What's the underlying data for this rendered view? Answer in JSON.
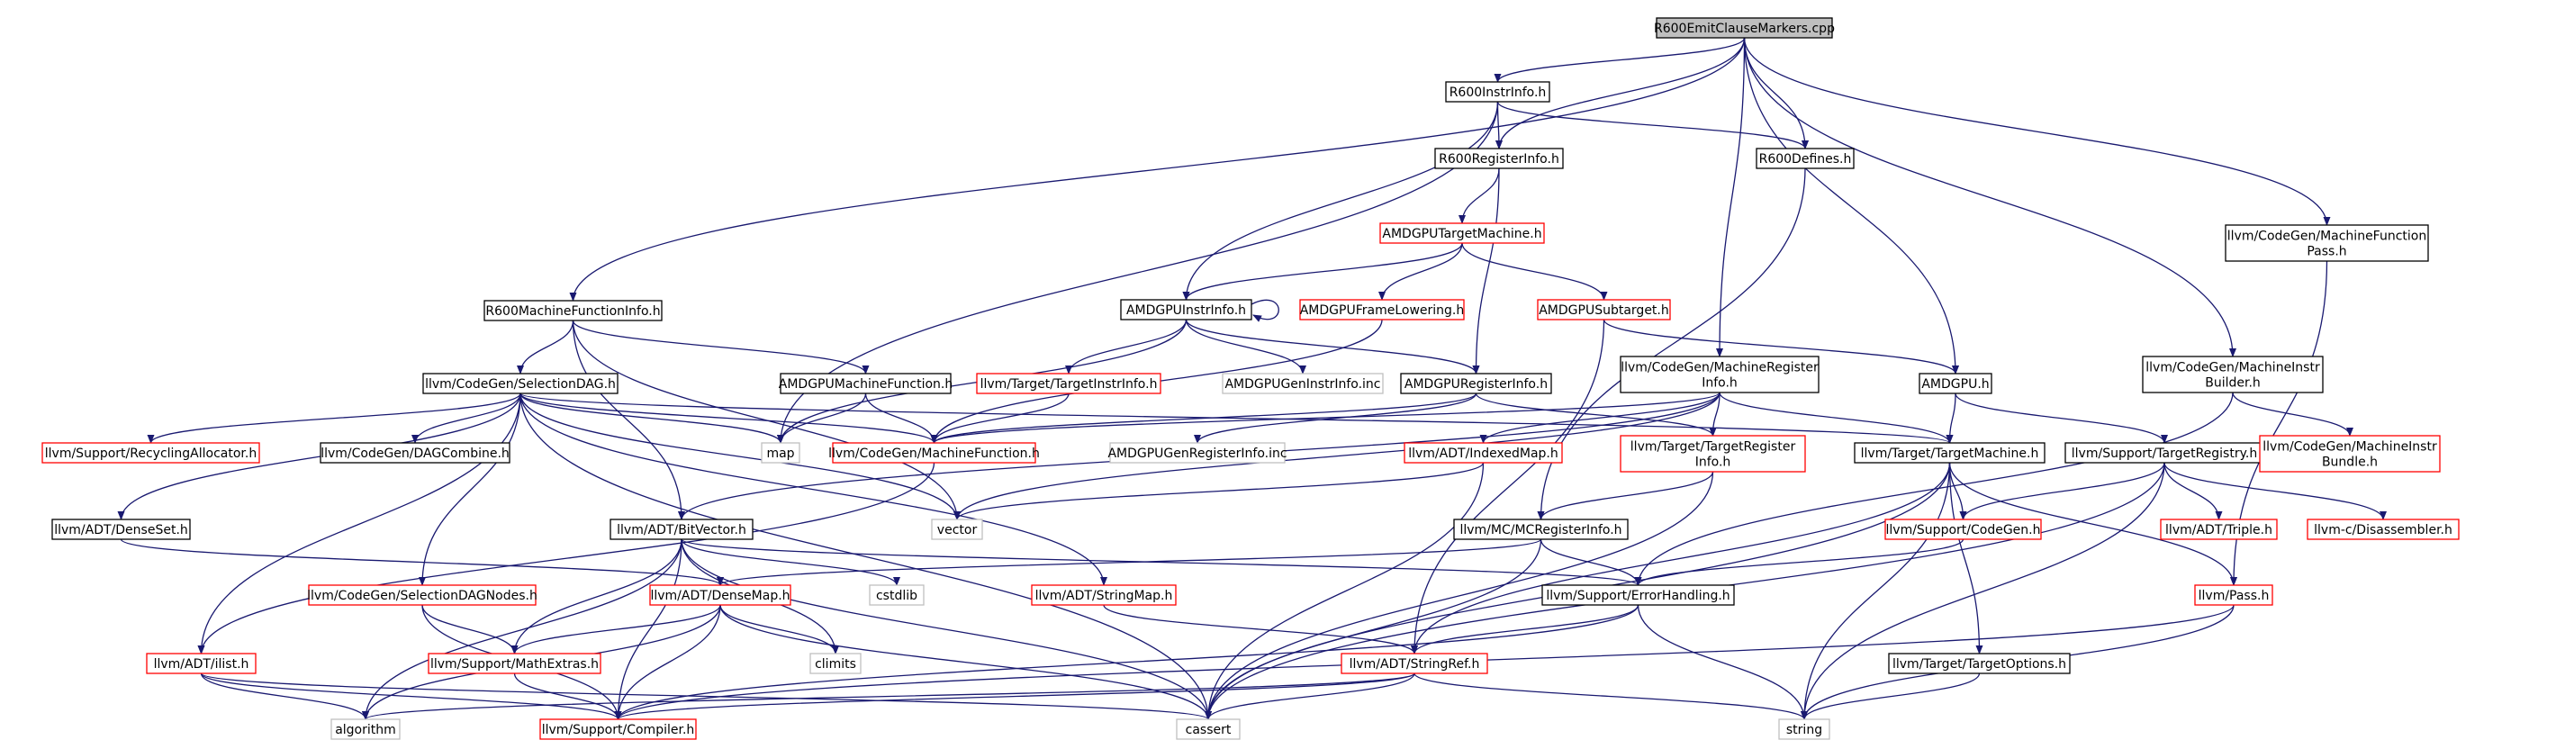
{
  "diagram": {
    "title": "R600EmitClauseMarkers.cpp",
    "colors": {
      "edge": "#191970",
      "box_default": "#000000",
      "box_red": "#ff0000",
      "box_grey": "#bfbfbf",
      "root_fill": "#bfbfbf",
      "node_fill": "#ffffff"
    },
    "nodes": [
      {
        "id": "root",
        "label": "R600EmitClauseMarkers.cpp",
        "style": "root"
      },
      {
        "id": "r600instrinfo",
        "label": "R600InstrInfo.h",
        "style": "black"
      },
      {
        "id": "r600reginfo",
        "label": "R600RegisterInfo.h",
        "style": "black"
      },
      {
        "id": "r600defines",
        "label": "R600Defines.h",
        "style": "black"
      },
      {
        "id": "amdgpu_tm",
        "label": "AMDGPUTargetMachine.h",
        "style": "red"
      },
      {
        "id": "machfuncpass",
        "label": [
          "llvm/CodeGen/MachineFunction",
          "Pass.h"
        ],
        "style": "black"
      },
      {
        "id": "r600mfi",
        "label": "R600MachineFunctionInfo.h",
        "style": "black"
      },
      {
        "id": "amdgpuinstrinfo",
        "label": "AMDGPUInstrInfo.h",
        "style": "black"
      },
      {
        "id": "amdgpufl",
        "label": "AMDGPUFrameLowering.h",
        "style": "red"
      },
      {
        "id": "amdgpusub",
        "label": "AMDGPUSubtarget.h",
        "style": "red"
      },
      {
        "id": "selectiondag",
        "label": "llvm/CodeGen/SelectionDAG.h",
        "style": "black"
      },
      {
        "id": "amdgpumf",
        "label": "AMDGPUMachineFunction.h",
        "style": "black"
      },
      {
        "id": "targetinstrinfo",
        "label": "llvm/Target/TargetInstrInfo.h",
        "style": "red"
      },
      {
        "id": "geninstrinfo",
        "label": "AMDGPUGenInstrInfo.inc",
        "style": "grey"
      },
      {
        "id": "amdgpureginfo",
        "label": "AMDGPURegisterInfo.h",
        "style": "black"
      },
      {
        "id": "machreginfo",
        "label": [
          "llvm/CodeGen/MachineRegister",
          "Info.h"
        ],
        "style": "black"
      },
      {
        "id": "amdgpuh",
        "label": "AMDGPU.h",
        "style": "black"
      },
      {
        "id": "machinstrbuilder",
        "label": [
          "llvm/CodeGen/MachineInstr",
          "Builder.h"
        ],
        "style": "black"
      },
      {
        "id": "recyclingalloc",
        "label": "llvm/Support/RecyclingAllocator.h",
        "style": "red"
      },
      {
        "id": "dagcombine",
        "label": "llvm/CodeGen/DAGCombine.h",
        "style": "black"
      },
      {
        "id": "map",
        "label": "map",
        "style": "grey"
      },
      {
        "id": "machinefunction",
        "label": "llvm/CodeGen/MachineFunction.h",
        "style": "red"
      },
      {
        "id": "genreginfo",
        "label": "AMDGPUGenRegisterInfo.inc",
        "style": "grey"
      },
      {
        "id": "indexedmap",
        "label": "llvm/ADT/IndexedMap.h",
        "style": "red"
      },
      {
        "id": "targetreginfo",
        "label": [
          "llvm/Target/TargetRegister",
          "Info.h"
        ],
        "style": "red"
      },
      {
        "id": "targetmachine",
        "label": "llvm/Target/TargetMachine.h",
        "style": "black"
      },
      {
        "id": "targetregistry",
        "label": "llvm/Support/TargetRegistry.h",
        "style": "black"
      },
      {
        "id": "machinstrbundle",
        "label": [
          "llvm/CodeGen/MachineInstr",
          "Bundle.h"
        ],
        "style": "red"
      },
      {
        "id": "denseset",
        "label": "llvm/ADT/DenseSet.h",
        "style": "black"
      },
      {
        "id": "bitvector",
        "label": "llvm/ADT/BitVector.h",
        "style": "black"
      },
      {
        "id": "vector",
        "label": "vector",
        "style": "grey"
      },
      {
        "id": "mcreginfo",
        "label": "llvm/MC/MCRegisterInfo.h",
        "style": "black"
      },
      {
        "id": "supportcodegen",
        "label": "llvm/Support/CodeGen.h",
        "style": "red"
      },
      {
        "id": "triple",
        "label": "llvm/ADT/Triple.h",
        "style": "red"
      },
      {
        "id": "disassembler",
        "label": "llvm-c/Disassembler.h",
        "style": "red"
      },
      {
        "id": "sdnodes",
        "label": "llvm/CodeGen/SelectionDAGNodes.h",
        "style": "red"
      },
      {
        "id": "cstdlib",
        "label": "cstdlib",
        "style": "grey"
      },
      {
        "id": "densemap",
        "label": "llvm/ADT/DenseMap.h",
        "style": "red"
      },
      {
        "id": "stringmap",
        "label": "llvm/ADT/StringMap.h",
        "style": "red"
      },
      {
        "id": "errorhandling",
        "label": "llvm/Support/ErrorHandling.h",
        "style": "black"
      },
      {
        "id": "pass",
        "label": "llvm/Pass.h",
        "style": "red"
      },
      {
        "id": "ilist",
        "label": "llvm/ADT/ilist.h",
        "style": "red"
      },
      {
        "id": "mathextras",
        "label": "llvm/Support/MathExtras.h",
        "style": "red"
      },
      {
        "id": "climits",
        "label": "climits",
        "style": "grey"
      },
      {
        "id": "stringref",
        "label": "llvm/ADT/StringRef.h",
        "style": "red"
      },
      {
        "id": "targetoptions",
        "label": "llvm/Target/TargetOptions.h",
        "style": "black"
      },
      {
        "id": "algorithm",
        "label": "algorithm",
        "style": "grey"
      },
      {
        "id": "compiler",
        "label": "llvm/Support/Compiler.h",
        "style": "red"
      },
      {
        "id": "cassert",
        "label": "cassert",
        "style": "grey"
      },
      {
        "id": "string",
        "label": "string",
        "style": "grey"
      }
    ],
    "edges": [
      [
        "root",
        "r600instrinfo"
      ],
      [
        "root",
        "r600reginfo"
      ],
      [
        "root",
        "r600defines"
      ],
      [
        "root",
        "r600mfi"
      ],
      [
        "root",
        "machreginfo"
      ],
      [
        "root",
        "amdgpuh"
      ],
      [
        "root",
        "machinstrbuilder"
      ],
      [
        "root",
        "machfuncpass"
      ],
      [
        "r600instrinfo",
        "r600reginfo"
      ],
      [
        "r600instrinfo",
        "r600defines"
      ],
      [
        "r600instrinfo",
        "amdgpuinstrinfo"
      ],
      [
        "r600instrinfo",
        "map"
      ],
      [
        "r600reginfo",
        "amdgpu_tm"
      ],
      [
        "r600reginfo",
        "amdgpureginfo"
      ],
      [
        "amdgpu_tm",
        "amdgpuinstrinfo"
      ],
      [
        "amdgpu_tm",
        "amdgpufl"
      ],
      [
        "amdgpu_tm",
        "amdgpusub"
      ],
      [
        "amdgpufl",
        "machinefunction"
      ],
      [
        "amdgpusub",
        "amdgpuh"
      ],
      [
        "amdgpusub",
        "stringref"
      ],
      [
        "r600defines",
        "mcreginfo"
      ],
      [
        "machfuncpass",
        "pass"
      ],
      [
        "r600mfi",
        "selectiondag"
      ],
      [
        "r600mfi",
        "amdgpumf"
      ],
      [
        "r600mfi",
        "bitvector"
      ],
      [
        "r600mfi",
        "vector"
      ],
      [
        "amdgpuinstrinfo",
        "amdgpuinstrinfo"
      ],
      [
        "amdgpuinstrinfo",
        "targetinstrinfo"
      ],
      [
        "amdgpuinstrinfo",
        "geninstrinfo"
      ],
      [
        "amdgpuinstrinfo",
        "amdgpureginfo"
      ],
      [
        "amdgpuinstrinfo",
        "map"
      ],
      [
        "targetinstrinfo",
        "machinefunction"
      ],
      [
        "amdgpureginfo",
        "machinefunction"
      ],
      [
        "amdgpureginfo",
        "genreginfo"
      ],
      [
        "amdgpureginfo",
        "targetreginfo"
      ],
      [
        "amdgpumf",
        "machinefunction"
      ],
      [
        "amdgpumf",
        "map"
      ],
      [
        "selectiondag",
        "recyclingalloc"
      ],
      [
        "selectiondag",
        "dagcombine"
      ],
      [
        "selectiondag",
        "map"
      ],
      [
        "selectiondag",
        "machinefunction"
      ],
      [
        "selectiondag",
        "targetmachine"
      ],
      [
        "selectiondag",
        "denseset"
      ],
      [
        "selectiondag",
        "vector"
      ],
      [
        "selectiondag",
        "sdnodes"
      ],
      [
        "selectiondag",
        "stringmap"
      ],
      [
        "selectiondag",
        "ilist"
      ],
      [
        "selectiondag",
        "cassert"
      ],
      [
        "machreginfo",
        "machinefunction"
      ],
      [
        "machreginfo",
        "indexedmap"
      ],
      [
        "machreginfo",
        "targetreginfo"
      ],
      [
        "machreginfo",
        "targetmachine"
      ],
      [
        "machreginfo",
        "bitvector"
      ],
      [
        "machreginfo",
        "vector"
      ],
      [
        "amdgpuh",
        "targetmachine"
      ],
      [
        "amdgpuh",
        "targetregistry"
      ],
      [
        "machinstrbuilder",
        "machinstrbundle"
      ],
      [
        "machinstrbuilder",
        "errorhandling"
      ],
      [
        "indexedmap",
        "vector"
      ],
      [
        "indexedmap",
        "cassert"
      ],
      [
        "targetreginfo",
        "mcreginfo"
      ],
      [
        "targetreginfo",
        "cassert"
      ],
      [
        "targetmachine",
        "supportcodegen"
      ],
      [
        "targetmachine",
        "pass"
      ],
      [
        "targetmachine",
        "targetoptions"
      ],
      [
        "targetmachine",
        "stringref"
      ],
      [
        "targetmachine",
        "string"
      ],
      [
        "targetmachine",
        "cassert"
      ],
      [
        "targetregistry",
        "supportcodegen"
      ],
      [
        "targetregistry",
        "triple"
      ],
      [
        "targetregistry",
        "disassembler"
      ],
      [
        "targetregistry",
        "cassert"
      ],
      [
        "targetregistry",
        "string"
      ],
      [
        "machinefunction",
        "ilist"
      ],
      [
        "denseset",
        "densemap"
      ],
      [
        "bitvector",
        "compiler"
      ],
      [
        "bitvector",
        "mathextras"
      ],
      [
        "bitvector",
        "algorithm"
      ],
      [
        "bitvector",
        "cstdlib"
      ],
      [
        "bitvector",
        "climits"
      ],
      [
        "bitvector",
        "cassert"
      ],
      [
        "bitvector",
        "errorhandling"
      ],
      [
        "mcreginfo",
        "errorhandling"
      ],
      [
        "mcreginfo",
        "densemap"
      ],
      [
        "mcreginfo",
        "cassert"
      ],
      [
        "supportcodegen",
        "errorhandling"
      ],
      [
        "sdnodes",
        "mathextras"
      ],
      [
        "sdnodes",
        "compiler"
      ],
      [
        "densemap",
        "mathextras"
      ],
      [
        "densemap",
        "compiler"
      ],
      [
        "densemap",
        "algorithm"
      ],
      [
        "densemap",
        "climits"
      ],
      [
        "densemap",
        "cassert"
      ],
      [
        "stringmap",
        "stringref"
      ],
      [
        "errorhandling",
        "stringref"
      ],
      [
        "errorhandling",
        "compiler"
      ],
      [
        "errorhandling",
        "string"
      ],
      [
        "pass",
        "compiler"
      ],
      [
        "pass",
        "string"
      ],
      [
        "ilist",
        "algorithm"
      ],
      [
        "ilist",
        "cassert"
      ],
      [
        "ilist",
        "compiler"
      ],
      [
        "mathextras",
        "compiler"
      ],
      [
        "stringref",
        "algorithm"
      ],
      [
        "stringref",
        "cassert"
      ],
      [
        "stringref",
        "string"
      ],
      [
        "stringref",
        "compiler"
      ],
      [
        "targetoptions",
        "string"
      ]
    ]
  }
}
